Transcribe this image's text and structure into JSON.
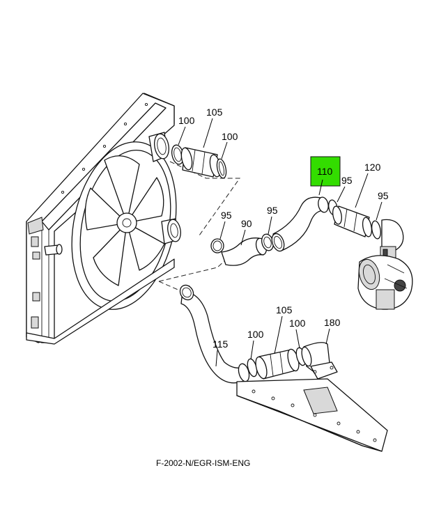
{
  "figure_code": "F-2002-N/EGR-ISM-ENG",
  "highlight_color": "#33dd00",
  "callouts": [
    {
      "id": "c100a",
      "label": "100"
    },
    {
      "id": "c105a",
      "label": "105"
    },
    {
      "id": "c100b",
      "label": "100"
    },
    {
      "id": "c110",
      "label": "110",
      "highlighted": true
    },
    {
      "id": "c120",
      "label": "120"
    },
    {
      "id": "c95a",
      "label": "95"
    },
    {
      "id": "c95b",
      "label": "95"
    },
    {
      "id": "c95c",
      "label": "95"
    },
    {
      "id": "c95d",
      "label": "95"
    },
    {
      "id": "c90",
      "label": "90"
    },
    {
      "id": "c105b",
      "label": "105"
    },
    {
      "id": "c100c",
      "label": "100"
    },
    {
      "id": "c100d",
      "label": "100"
    },
    {
      "id": "c180",
      "label": "180"
    },
    {
      "id": "c115",
      "label": "115"
    }
  ]
}
